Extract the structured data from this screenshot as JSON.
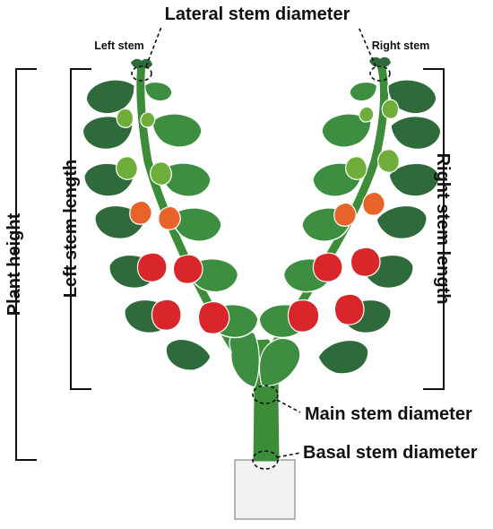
{
  "labels": {
    "lateral_stem_diameter": "Lateral stem diameter",
    "left_stem": "Left stem",
    "right_stem": "Right stem",
    "plant_height": "Plant height",
    "left_stem_length": "Left stem length",
    "right_stem_length": "Right stem length",
    "main_stem_diameter": "Main stem diameter",
    "basal_stem_diameter": "Basal stem diameter"
  },
  "colors": {
    "stem": "#3d8c3a",
    "leaf_dark": "#2f6b3a",
    "leaf_mid": "#3e8e41",
    "pepper_green": "#6fae3a",
    "pepper_orange": "#e8632a",
    "pepper_red": "#d8262a",
    "pot": "#f2f2f2",
    "ink": "#111111"
  }
}
